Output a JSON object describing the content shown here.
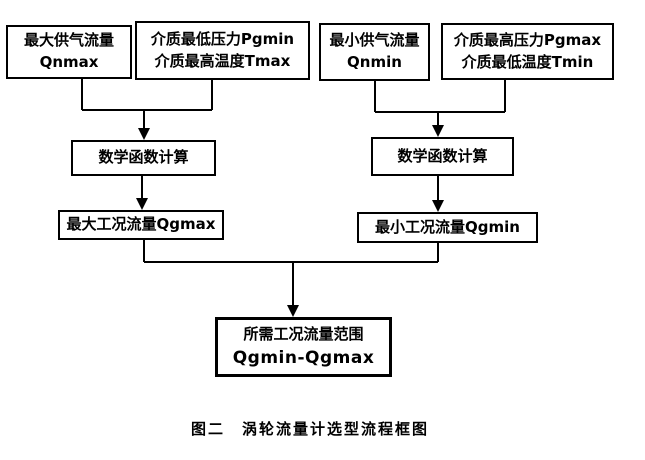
{
  "flowchart": {
    "boxes": {
      "max_supply_flow": {
        "line1": "最大供气流量",
        "line2": "Qnmax"
      },
      "medium_min_pressure": {
        "line1": "介质最低压力Pgmin",
        "line2": "介质最高温度Tmax"
      },
      "min_supply_flow": {
        "line1": "最小供气流量",
        "line2": "Qnmin"
      },
      "medium_max_pressure": {
        "line1": "介质最高压力Pgmax",
        "line2": "介质最低温度Tmin"
      },
      "math_calc_left": {
        "line1": "数学函数计算"
      },
      "math_calc_right": {
        "line1": "数学函数计算"
      },
      "max_operating_flow": {
        "line1": "最大工况流量Qgmax"
      },
      "min_operating_flow": {
        "line1": "最小工况流量Qgmin"
      },
      "required_flow_range": {
        "line1": "所需工况流量范围",
        "line2": "Qgmin-Qgmax"
      }
    },
    "caption": "图二　涡轮流量计选型流程框图",
    "colors": {
      "line": "#000000",
      "text": "#000000",
      "background": "#ffffff"
    }
  }
}
